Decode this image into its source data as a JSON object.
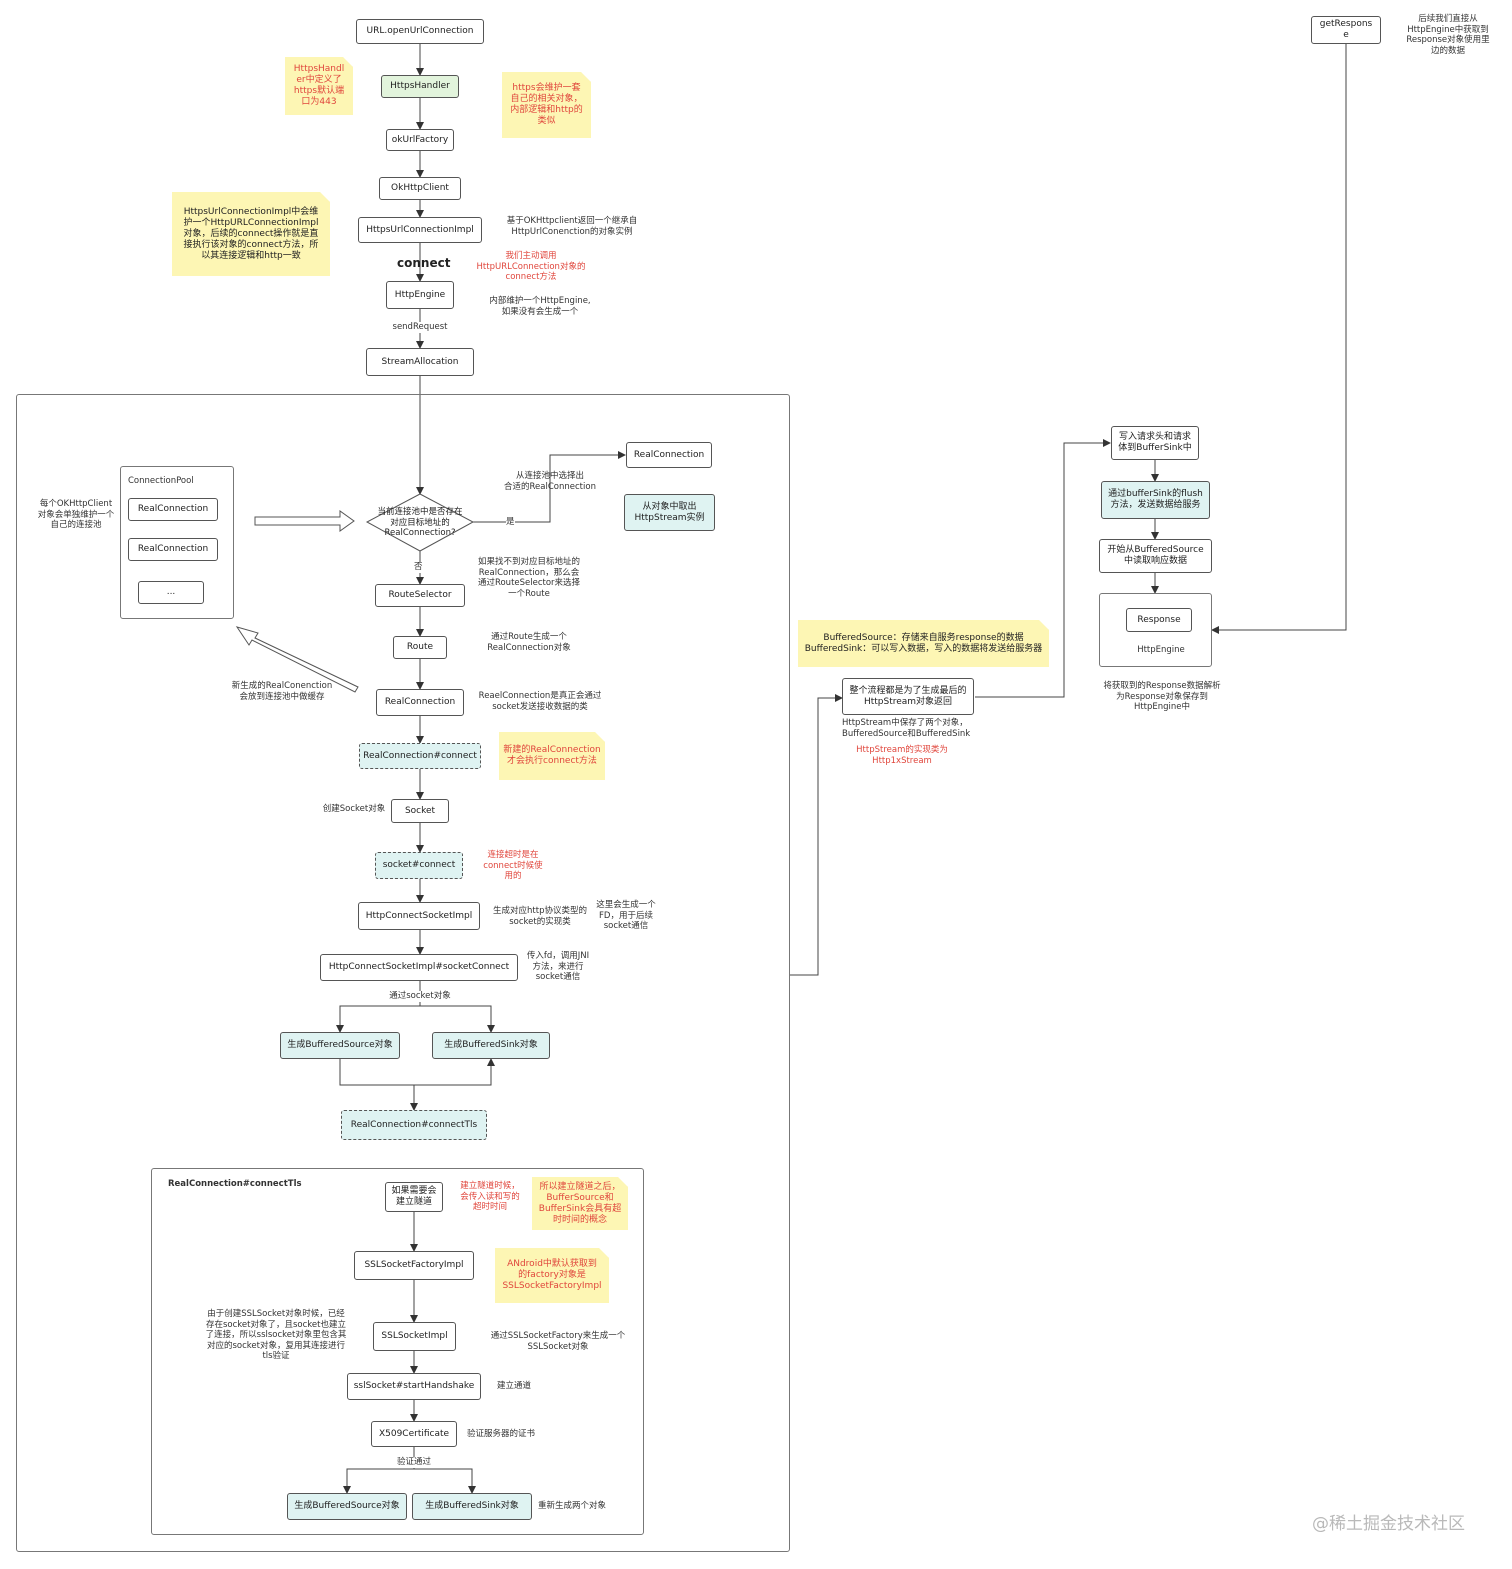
{
  "nodes": {
    "open_url": "URL.openUrlConnection",
    "https_handler": "HttpsHandler",
    "okurl_factory": "okUrlFactory",
    "okhttp_client": "OkHttpClient",
    "https_impl": "HttpsUrlConnectionImpl",
    "connect_label": "connect",
    "http_engine": "HttpEngine",
    "send_request": "sendRequest",
    "stream_allocation": "StreamAllocation",
    "connection_pool": "ConnectionPool",
    "pool_item_1": "RealConnection",
    "pool_item_2": "RealConnection",
    "pool_item_3": "...",
    "decision": "当前连接池中是否存在\n对应目标地址的\nRealConnection?",
    "yes": "是",
    "no": "否",
    "real_connection_top": "RealConnection",
    "httpstream_instance": "从对象中取出\nHttpStream实例",
    "route_selector": "RouteSelector",
    "route": "Route",
    "real_connection": "RealConnection",
    "rc_connect": "RealConnection#connect",
    "socket": "Socket",
    "socket_connect": "socket#connect",
    "http_connect_socket_impl": "HttpConnectSocketImpl",
    "http_connect_socket_impl_sc": "HttpConnectSocketImpl#socketConnect",
    "via_socket": "通过socket对象",
    "gen_source_1": "生成BufferedSource对象",
    "gen_sink_1": "生成BufferedSink对象",
    "rc_connect_tls": "RealConnection#connectTls",
    "tls_frame_title": "RealConnection#connectTls",
    "tunnel": "如果需要会\n建立隧道",
    "ssl_factory": "SSLSocketFactoryImpl",
    "ssl_socket_impl": "SSLSocketImpl",
    "start_handshake": "sslSocket#startHandshake",
    "x509": "X509Certificate",
    "verified": "验证通过",
    "gen_source_2": "生成BufferedSource对象",
    "gen_sink_2": "生成BufferedSink对象",
    "get_response": "getRespons\ne",
    "write_header": "写入请求头和请求\n体到BufferSink中",
    "flush": "通过bufferSink的flush\n方法，发送数据给服务",
    "read_source": "开始从BufferedSource\n中读取响应数据",
    "response": "Response",
    "http_engine_right": "HttpEngine",
    "flow_returns": "整个流程都是为了生成最后的\nHttpStream对象返回"
  },
  "notes": {
    "https_port": "HttpsHandl\ner中定义了\nhttps默认端\n口为443",
    "https_maintains": "https会维护一套\n自己的相关对象，\n内部逻辑和http的\n类似",
    "impl_maintains": "HttpsUrlConnectionImpl中会维\n护一个HttpURLConnectionImpl\n对象，后续的connect操作就是直\n接执行该对象的connect方法，所\n以其连接逻辑和http一致",
    "new_rc": "新建的RealConnection\n才会执行connect方法",
    "after_tunnel": "所以建立隧道之后，\nBufferSource和\nBufferSink会具有超\n时时间的概念",
    "android_default": "ANdroid中默认获取到\n的factory对象是\nSSLSocketFactoryImpl",
    "buffered_explain": "BufferedSource：存储来自服务response的数据\nBufferedSink：可以写入数据，写入的数据将发送给服务器"
  },
  "labels": {
    "based_on_client": "基于OKHttpclient返回一个继承自\nHttpUrlConenction的对象实例",
    "we_call_connect": "我们主动调用\nHttpURLConnection对象的\nconnect方法",
    "maintain_engine": "内部维护一个HttpEngine,\n如果没有会生成一个",
    "pool_per_client": "每个OKHttpClient\n对象会单独维护一个\n自己的连接池",
    "select_from_pool": "从连接池中选择出\n合适的RealConnection",
    "not_found": "如果找不到对应目标地址的\nRealConnection，那么会\n通过RouteSelector来选择\n一个Route",
    "via_route": "通过Route生成一个\nRealConnection对象",
    "new_cached": "新生成的RealConenction\n会放到连接池中做缓存",
    "rc_is_real": "ReaelConnection是真正会通过\nsocket发送接收数据的类",
    "create_socket": "创建Socket对象",
    "timeout_used": "连接超时是在\nconnect时候使\n用的",
    "gen_impl": "生成对应http协议类型的\nsocket的实现类",
    "gen_fd": "这里会生成一个\nFD，用于后续\nsocket通信",
    "pass_fd": "传入fd，调用JNI\n方法，来进行\nsocket通信",
    "tunnel_timeout": "建立隧道时候，\n会传入读和写的\n超时时间",
    "ssl_existing": "由于创建SSLSocket对象时候，已经\n存在socket对象了，且socket也建立\n了连接，所以sslsocket对象里包含其\n对应的socket对象，复用其连接进行\ntls验证",
    "via_factory": "通过SSLSocketFactory来生成一个\nSSLSocket对象",
    "build_channel": "建立通道",
    "verify_cert": "验证服务器的证书",
    "regen_two": "重新生成两个对象",
    "stream_holds": "HttpStream中保存了两个对象，\nBufferedSource和BufferedSink",
    "stream_impl": "HttpStream的实现类为\nHttp1xStream",
    "later_get": "后续我们直接从\nHttpEngine中获取到\nResponse对象使用里\n边的数据",
    "parse_response": "将获取到的Response数据解析\n为Response对象保存到\nHttpEngine中"
  },
  "watermark": "@稀土掘金技术社区",
  "colors": {
    "note_yellow": "#fdf6b4",
    "node_green": "#e2f4dc",
    "node_cyan": "#dff3f2",
    "red_text": "#e0463c"
  }
}
